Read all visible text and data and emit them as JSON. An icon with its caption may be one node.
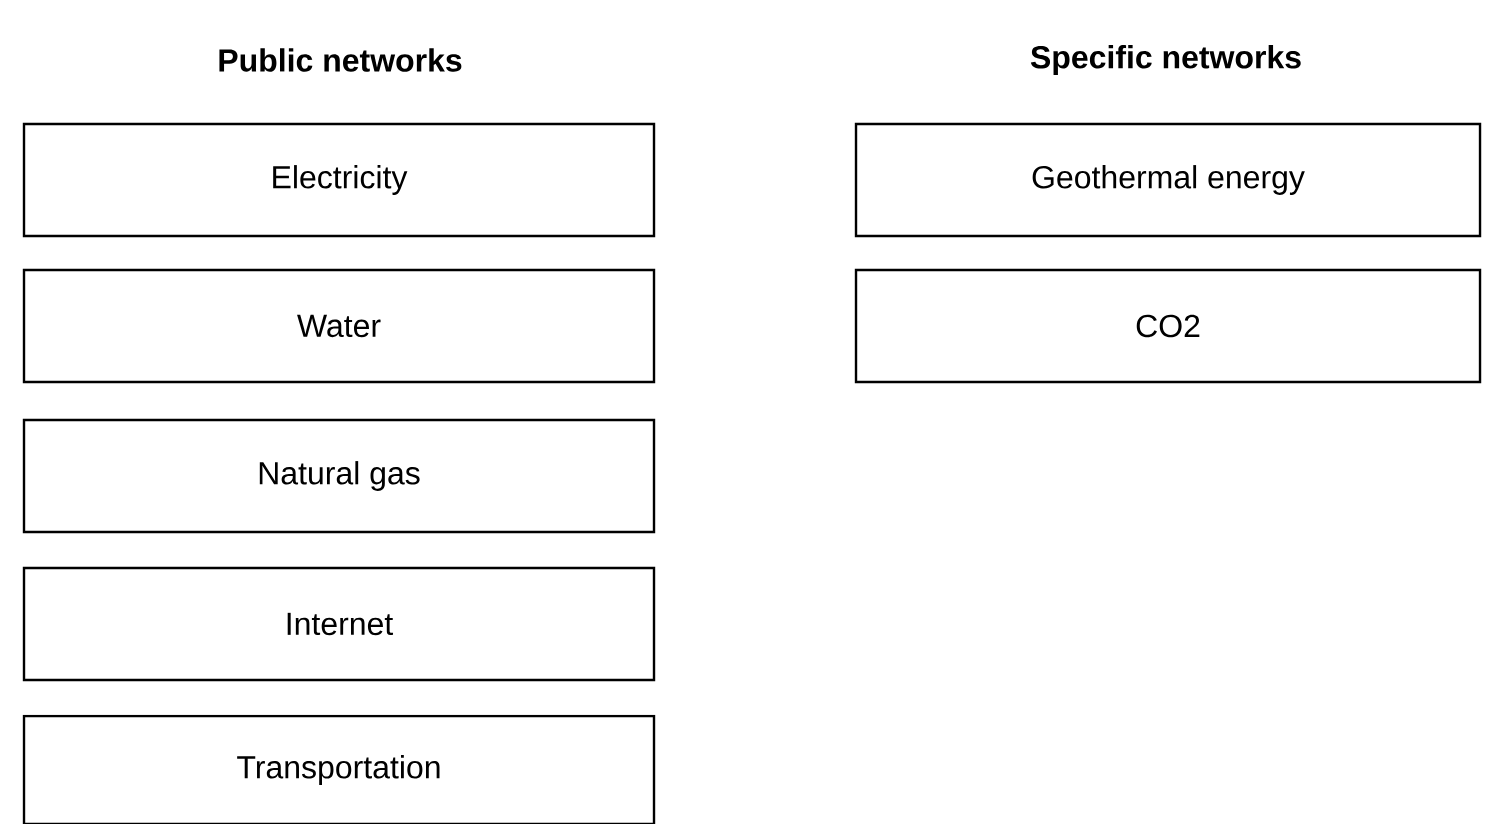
{
  "diagram": {
    "nodes": [
      {
        "text": [
          "Electricity"
        ]
      },
      {
        "text": [
          "Water"
        ]
      },
      {
        "text": [
          "Natural gas"
        ]
      },
      {
        "text": [
          "Internet"
        ]
      },
      {
        "text": [
          "Transportation"
        ]
      },
      {
        "text": [
          "Geothermal energy"
        ]
      },
      {
        "text": [
          "CO2"
        ]
      }
    ],
    "labels": [
      "Public networks",
      "Specific networks"
    ]
  }
}
